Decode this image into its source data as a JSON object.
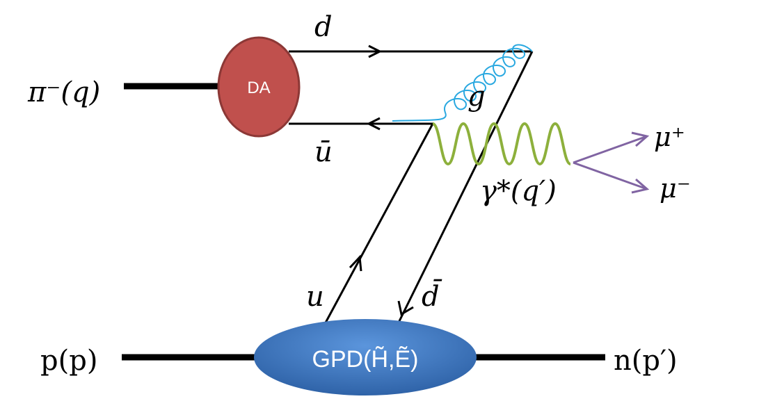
{
  "diagram": {
    "labels": {
      "pion": "π⁻(q)",
      "proton": "p(p)",
      "neutron": "n(p′)",
      "d_quark": "d",
      "u_bar": "ū",
      "gluon": "g",
      "photon": "γ*(q′)",
      "mu_plus": "μ⁺",
      "mu_minus": "μ⁻",
      "u_quark": "u",
      "d_bar": "d̄"
    },
    "blobs": {
      "da": "DA",
      "gpd": "GPD(H̃,Ẽ)"
    },
    "colors": {
      "da_fill": "#c0504d",
      "da_stroke": "#8c3836",
      "gpd_fill": "#3a76c4",
      "gluon": "#29a8e0",
      "photon": "#8db03c",
      "muon": "#8064a2",
      "line": "#000000"
    }
  }
}
